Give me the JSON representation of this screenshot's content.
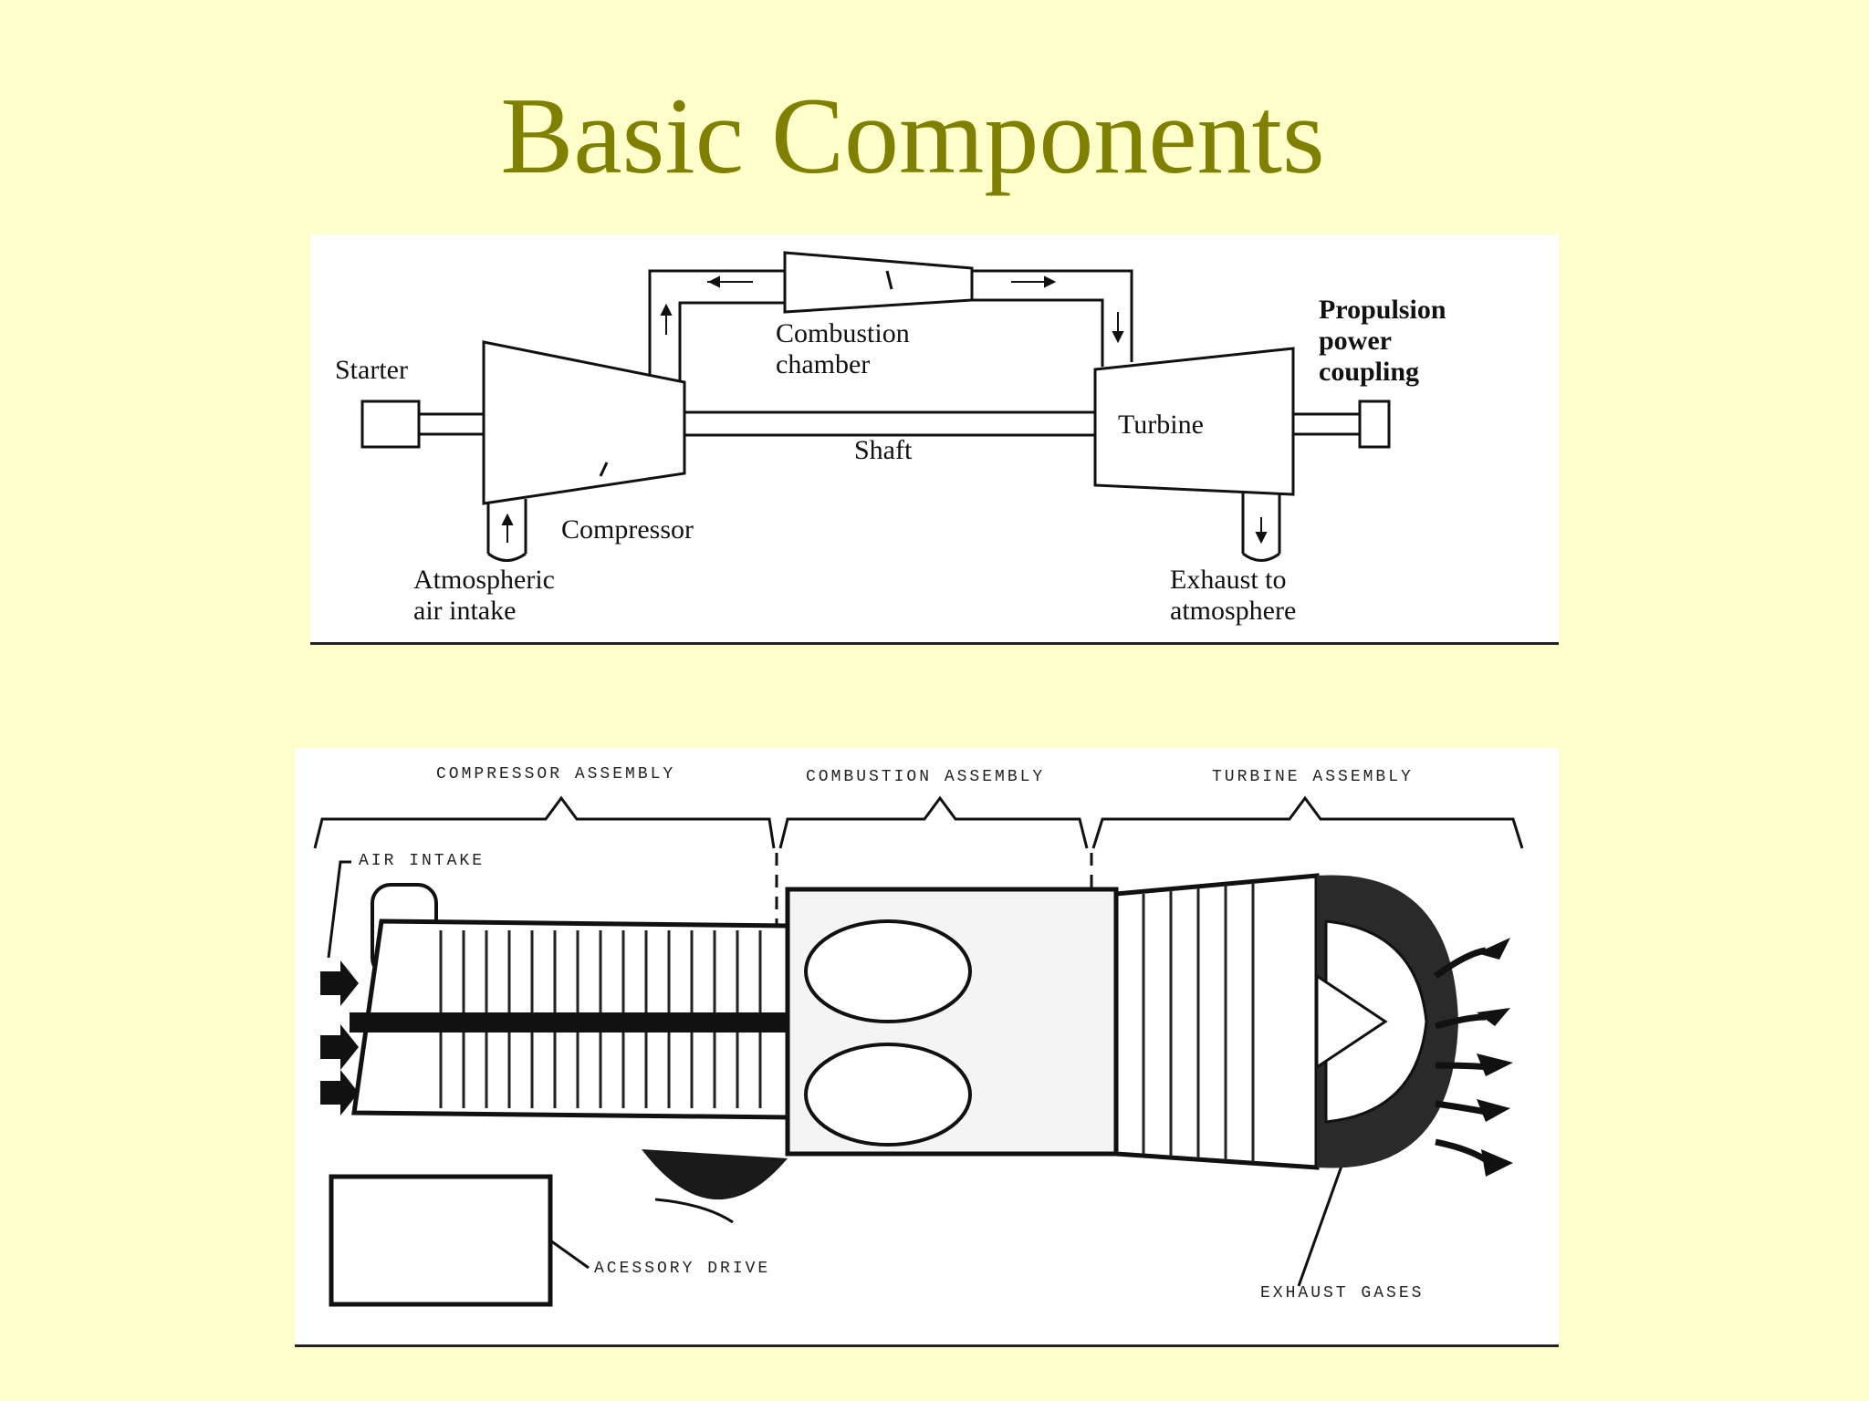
{
  "slide": {
    "title": "Basic Components"
  },
  "schematic": {
    "labels": {
      "starter": "Starter",
      "combustion_line1": "Combustion",
      "combustion_line2": "chamber",
      "propulsion_line1": "Propulsion",
      "propulsion_line2": "power",
      "propulsion_line3": "coupling",
      "turbine": "Turbine",
      "shaft": "Shaft",
      "compressor": "Compressor",
      "intake_line1": "Atmospheric",
      "intake_line2": "air intake",
      "exhaust_line1": "Exhaust to",
      "exhaust_line2": "atmosphere"
    }
  },
  "cutaway": {
    "labels": {
      "compressor_assembly": "COMPRESSOR ASSEMBLY",
      "combustion_assembly": "COMBUSTION ASSEMBLY",
      "turbine_assembly": "TURBINE ASSEMBLY",
      "air_intake": "AIR INTAKE",
      "accessory_drive": "ACESSORY DRIVE",
      "exhaust_gases": "EXHAUST GASES"
    }
  }
}
